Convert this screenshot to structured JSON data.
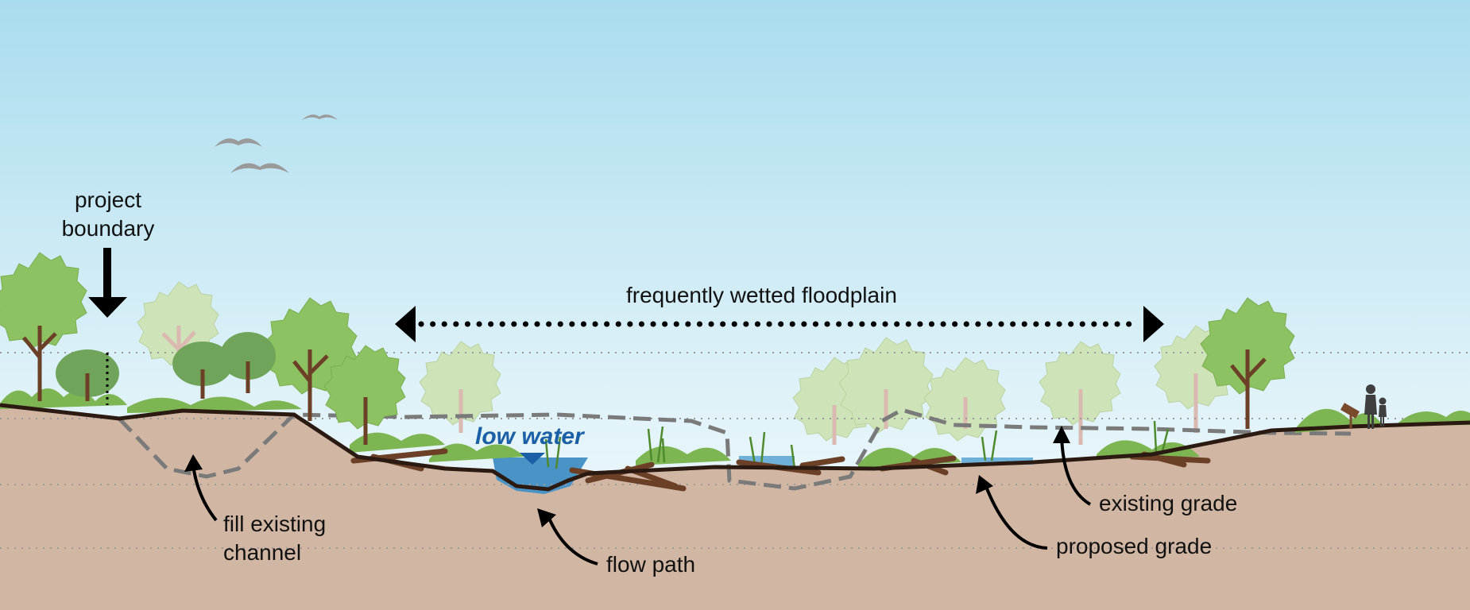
{
  "labels": {
    "project_boundary": "project\nboundary",
    "frequently_wetted_floodplain": "frequently wetted floodplain",
    "low_water": "low water",
    "fill_existing_channel": "fill existing\nchannel",
    "flow_path": "flow path",
    "existing_grade": "existing grade",
    "proposed_grade": "proposed grade"
  },
  "colors": {
    "sky_top": "#a9dcee",
    "sky_bottom": "#f5fbfd",
    "soil": "#d1b6a3",
    "ground_line": "#2b1a12",
    "water": "#4a93c6",
    "low_water_text": "#1b5fa6",
    "existing_grade_dash": "#7a7a7a",
    "tree_green": "#8dc262",
    "tree_faded": "#cfe3b8",
    "wood": "#6b4026",
    "bird": "#9a9a9a"
  },
  "icons": [
    "bird-icon",
    "tree-icon",
    "log-icon",
    "person-icon",
    "sign-icon",
    "water-level-triangle-icon"
  ]
}
